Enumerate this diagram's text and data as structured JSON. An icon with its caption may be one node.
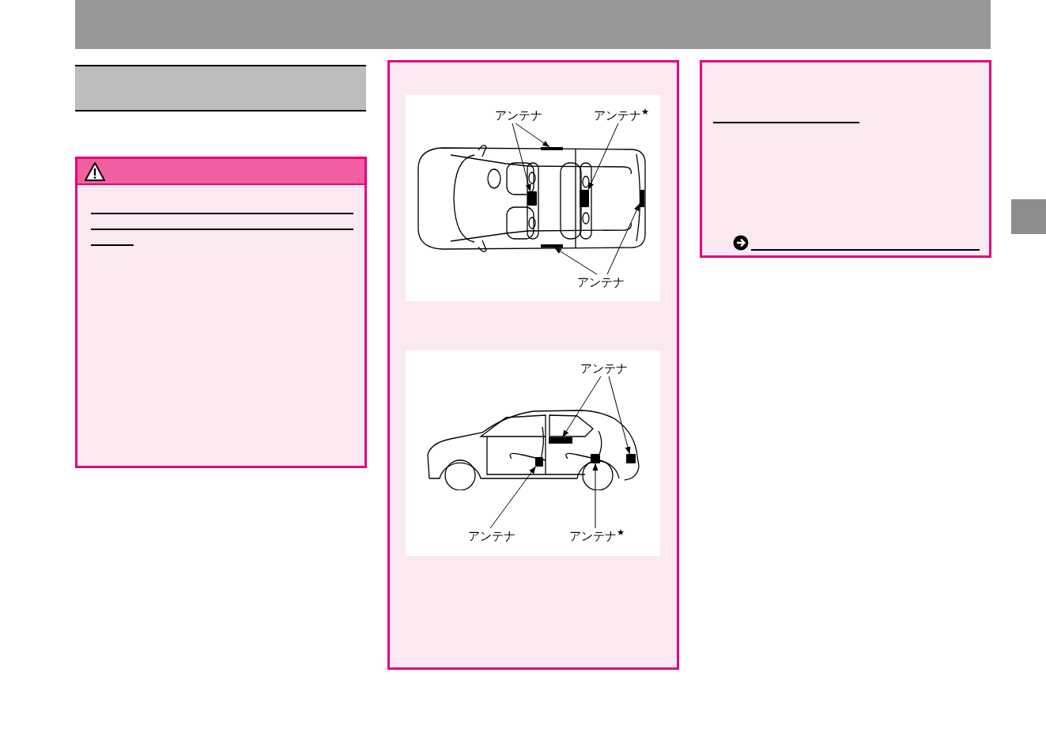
{
  "diagram": {
    "nodes": [
      {
        "text": [
          "アンテナ"
        ]
      },
      {
        "text": [],
        "shape": "bar"
      },
      {
        "text": [],
        "shape": "box"
      },
      {
        "text": [
          "アンテナ$^{★}$"
        ]
      },
      {
        "text": [],
        "shape": "box"
      },
      {
        "text": [
          "アンテナ"
        ]
      },
      {
        "text": [],
        "shape": "bar"
      },
      {
        "text": [],
        "shape": "bar"
      },
      {
        "text": [
          "アンテナ"
        ]
      },
      {
        "text": [],
        "shape": "bar"
      },
      {
        "text": [],
        "shape": "box"
      },
      {
        "text": [
          "アンテナ"
        ]
      },
      {
        "text": [],
        "shape": "box"
      },
      {
        "text": [
          "アンテナ$^{★}$"
        ]
      },
      {
        "text": [],
        "shape": "box"
      },
      {
        "text": [],
        "shape": "band"
      }
    ],
    "edges": [
      {
        "from": 0,
        "to": 1,
        "arrow": "to"
      },
      {
        "from": 0,
        "to": 2,
        "arrow": "to"
      },
      {
        "from": 3,
        "to": 4,
        "arrow": "to"
      },
      {
        "from": 5,
        "to": 6,
        "arrow": "to"
      },
      {
        "from": 5,
        "to": 7,
        "arrow": "to"
      },
      {
        "from": 8,
        "to": 9,
        "arrow": "to"
      },
      {
        "from": 8,
        "to": 10,
        "arrow": "to"
      },
      {
        "from": 11,
        "to": 12,
        "arrow": "to"
      },
      {
        "from": 13,
        "to": 14,
        "arrow": "to"
      }
    ]
  }
}
